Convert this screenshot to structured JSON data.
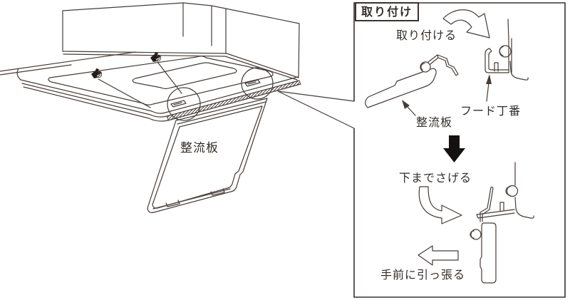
{
  "figure": {
    "type": "installation-instruction-diagram",
    "main": {
      "baffle_label": "整流板"
    },
    "panel": {
      "title": "取り付け",
      "steps": [
        {
          "id": 1,
          "label": "取り付ける"
        },
        {
          "id": 2,
          "label": "下までさげる"
        },
        {
          "id": 3,
          "label": "手前に引っ張る"
        }
      ],
      "parts": {
        "hood_hinge": "フード丁番",
        "baffle": "整流板"
      }
    },
    "colors": {
      "background": "#ffffff",
      "line": "#463d38",
      "text": "#332d29",
      "solid_arrow": "#141110"
    },
    "icons": [
      "attach-curved-arrow-icon",
      "down-arrow-icon",
      "lower-curved-arrow-icon",
      "pull-left-arrow-icon",
      "ceiling-hook-icon",
      "leader-arrowhead-icon"
    ]
  }
}
